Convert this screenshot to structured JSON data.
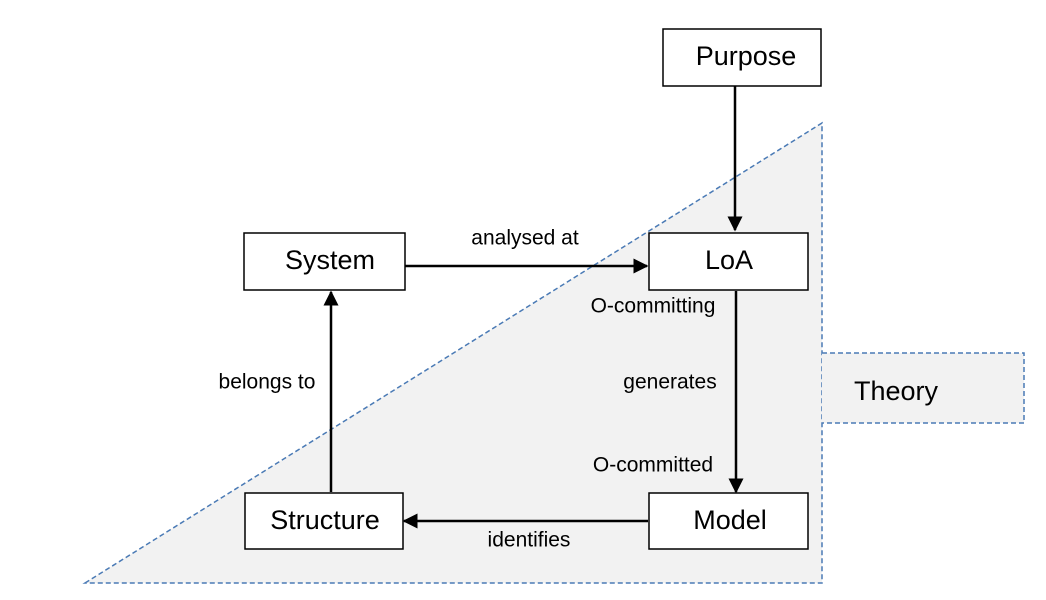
{
  "colors": {
    "theory_fill": "#f2f2f2",
    "theory_border": "#4a7ab5",
    "node_border": "#000000",
    "text": "#000000",
    "arrow": "#000000"
  },
  "nodes": {
    "purpose": "Purpose",
    "system": "System",
    "loa": "LoA",
    "structure": "Structure",
    "model": "Model",
    "theory": "Theory"
  },
  "edges": {
    "system_to_loa": "analysed at",
    "loa_to_model": "generates",
    "model_to_structure": "identifies",
    "structure_to_system": "belongs to"
  },
  "annotations": {
    "loa_commitment": "O-committing",
    "model_commitment": "O-committed"
  }
}
